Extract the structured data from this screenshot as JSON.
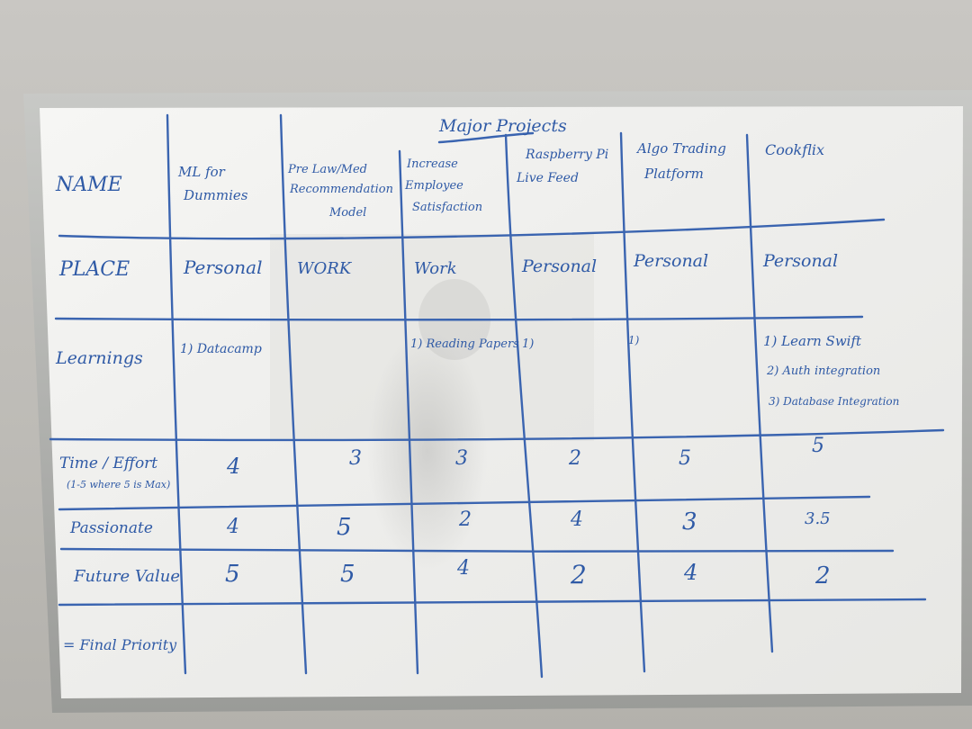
{
  "board": {
    "title": "Major Projects",
    "row_labels": {
      "name": "NAME",
      "place": "PLACE",
      "learnings": "Learnings",
      "time_effort_line1": "Time / Effort",
      "time_effort_line2": "(1-5 where 5 is Max)",
      "passionate": "Passionate",
      "future_value": "Future Value",
      "final_priority": "= Final Priority"
    },
    "projects": [
      {
        "name_lines": [
          "ML for",
          "Dummies"
        ],
        "place": "Personal",
        "learnings": [
          "1) Datacamp"
        ],
        "time_effort": "4",
        "passionate": "4",
        "future_value": "5"
      },
      {
        "name_lines": [
          "Pre Law/Med",
          "Recommendation",
          "Model"
        ],
        "place": "WORK",
        "learnings": [],
        "time_effort": "3",
        "passionate": "5",
        "future_value": "5"
      },
      {
        "name_lines": [
          "Increase",
          "Employee",
          "Satisfaction"
        ],
        "place": "Work",
        "learnings": [
          "1) Reading Papers"
        ],
        "time_effort": "3",
        "passionate": "2",
        "future_value": "4"
      },
      {
        "name_lines": [
          "Raspberry Pi",
          "Live Feed"
        ],
        "place": "Personal",
        "learnings": [
          "1)"
        ],
        "time_effort": "2",
        "passionate": "4",
        "future_value": "2"
      },
      {
        "name_lines": [
          "Algo Trading",
          "Platform"
        ],
        "place": "Personal",
        "learnings": [
          "1)"
        ],
        "time_effort": "5",
        "passionate": "3",
        "future_value": "4"
      },
      {
        "name_lines": [
          "Cookflix"
        ],
        "place": "Personal",
        "learnings": [
          "1) Learn Swift",
          "2) Auth integration",
          "3) Database Integration"
        ],
        "time_effort": "5",
        "passionate": "3.5",
        "future_value": "2"
      }
    ],
    "colors": {
      "ink": "#2f5aa6",
      "whiteboard": "#f3f3f1",
      "frame": "#a9aaa7",
      "wall": "#c4c2be"
    }
  }
}
